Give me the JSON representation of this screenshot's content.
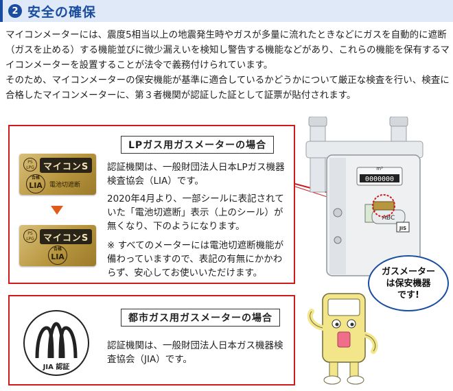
{
  "section": {
    "number": "2",
    "title": "安全の確保"
  },
  "intro": {
    "paragraph1": "マイコンメーターには、震度5相当以上の地震発生時やガスが多量に流れたときなどにガスを自動的に遮断（ガスを止める）する機能並びに微少漏えいを検知し警告する機能などがあり、これらの機能を保有するマイコンメーターを設置することが法令で義務付けられています。",
    "paragraph2": "そのため、マイコンメーターの保安機能が基準に適合しているかどうかについて厳正な検査を行い、検査に合格したマイコンメーターに、第３者機関が認証した証として証票が貼付されます。"
  },
  "lp_box": {
    "title": "LPガス用ガスメーターの場合",
    "text1": "認証機関は、一般財団法人日本LPガス機器検査協会（LIA）です。",
    "text2": "2020年4月より、一部シールに表記されていた「電池切遮断」表示（上のシール）が無くなり、下のようになります。",
    "text3": "※ すべてのメーターには電池切遮断機能が備わっていますので、表記の有無にかかわらず、安心してお使いいただけます。",
    "label_old": {
      "ps_mark": "PS LPG",
      "product": "マイコンS",
      "lia_small": "合格",
      "lia_big": "LIA",
      "cutoff": "電池切遮断"
    },
    "label_new": {
      "ps_mark": "PS LPG",
      "product": "マイコンS",
      "lia_small": "合格",
      "lia_big": "LIA"
    }
  },
  "city_box": {
    "title": "都市ガス用ガスメーターの場合",
    "text": "認証機関は、一般財団法人日本ガス機器検査協会（JIA）です。",
    "jia_label": "JIA 認証"
  },
  "meter": {
    "unit": "m³",
    "reading": "0000000",
    "abc": "ABC"
  },
  "bubble": {
    "line1": "ガスメーター",
    "line2": "は保安機器",
    "line3": "です!"
  },
  "colors": {
    "brand_blue": "#1a4da0",
    "frame_red": "#d0191f",
    "arrow_orange": "#e05a1a"
  }
}
